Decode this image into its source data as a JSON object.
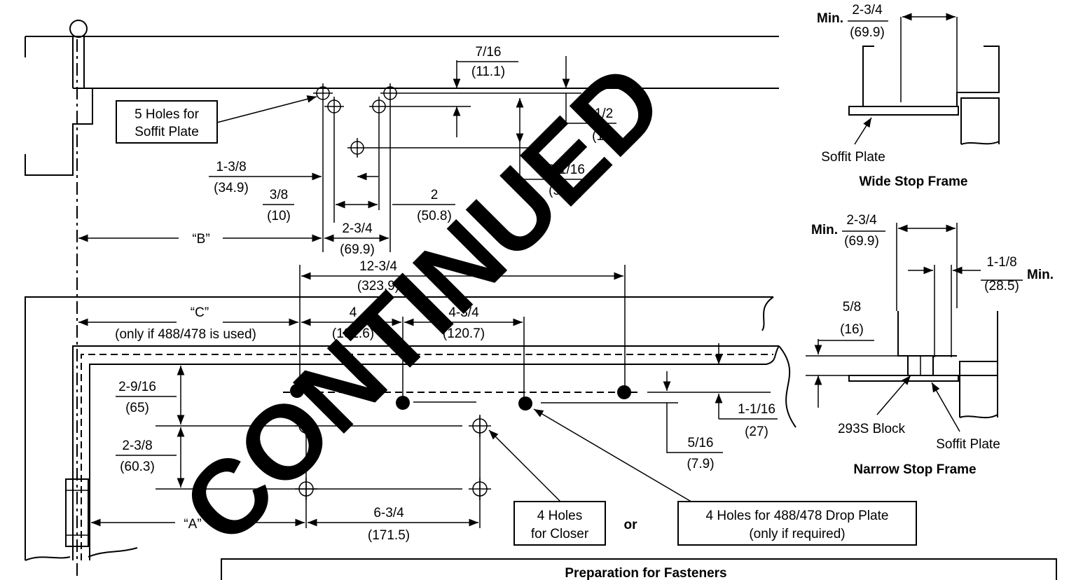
{
  "labels": {
    "soffit_holes_1": "5 Holes for",
    "soffit_holes_2": "Soffit Plate",
    "closer_holes_1": "4 Holes",
    "closer_holes_2": "for Closer",
    "or": "or",
    "drop_plate_1": "4 Holes for 488/478 Drop Plate",
    "drop_plate_2": "(only if required)",
    "c_note": "(only if 488/478 is used)",
    "dim_b": "“B”",
    "dim_c": "“C”",
    "dim_a": "“A”",
    "prep_title": "Preparation for Fasteners"
  },
  "dims": {
    "d7_16": "7/16",
    "d7_16_mm": "(11.1)",
    "d1_2": "1/2",
    "d1_2_mm": "(13)",
    "d2_1_16": "2-1/16",
    "d2_1_16_mm": "(52.4)",
    "d1_3_8": "1-3/8",
    "d1_3_8_mm": "(34.9)",
    "d3_8": "3/8",
    "d3_8_mm": "(10)",
    "d2": "2",
    "d2_mm": "(50.8)",
    "d2_3_4": "2-3/4",
    "d2_3_4_mm": "(69.9)",
    "d12_3_4": "12-3/4",
    "d12_3_4_mm": "(323.9)",
    "d4": "4",
    "d4_mm": "(101.6)",
    "d4_3_4": "4-3/4",
    "d4_3_4_mm": "(120.7)",
    "d2_9_16": "2-9/16",
    "d2_9_16_mm": "(65)",
    "d2_3_8": "2-3/8",
    "d2_3_8_mm": "(60.3)",
    "d1_1_16": "1-1/16",
    "d1_1_16_mm": "(27)",
    "d5_16": "5/16",
    "d5_16_mm": "(7.9)",
    "d6_3_4": "6-3/4",
    "d6_3_4_mm": "(171.5)"
  },
  "wide_stop": {
    "min": "Min.",
    "dim": "2-3/4",
    "dim_mm": "(69.9)",
    "soffit": "Soffit Plate",
    "title": "Wide Stop Frame"
  },
  "narrow_stop": {
    "min": "Min.",
    "dim": "2-3/4",
    "dim_mm": "(69.9)",
    "d1_1_8": "1-1/8",
    "d1_1_8_mm": "(28.5)",
    "min_right": "Min.",
    "d5_8": "5/8",
    "d5_8_mm": "(16)",
    "block": "293S Block",
    "soffit": "Soffit Plate",
    "title": "Narrow Stop Frame"
  },
  "watermark": "CONTINUED"
}
